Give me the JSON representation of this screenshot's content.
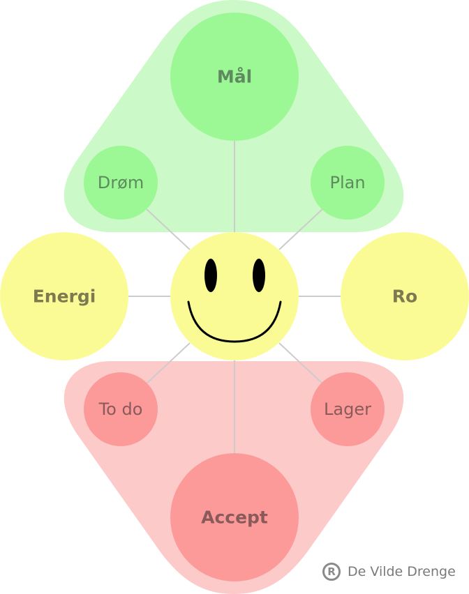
{
  "colors": {
    "green_region": "#ccf9c8",
    "green_node": "#9bf895",
    "yellow_node": "#fbfb96",
    "red_region": "#fdcaca",
    "red_node": "#fc9a9a",
    "connector": "#cccccc",
    "face_stroke": "#000000"
  },
  "nodes": {
    "maal": "Mål",
    "droem": "Drøm",
    "plan": "Plan",
    "energi": "Energi",
    "ro": "Ro",
    "todo": "To do",
    "lager": "Lager",
    "accept": "Accept"
  },
  "center": {
    "icon": "smiley-face-icon"
  },
  "credit": {
    "icon": "registered-icon",
    "text": "De Vilde Drenge"
  }
}
